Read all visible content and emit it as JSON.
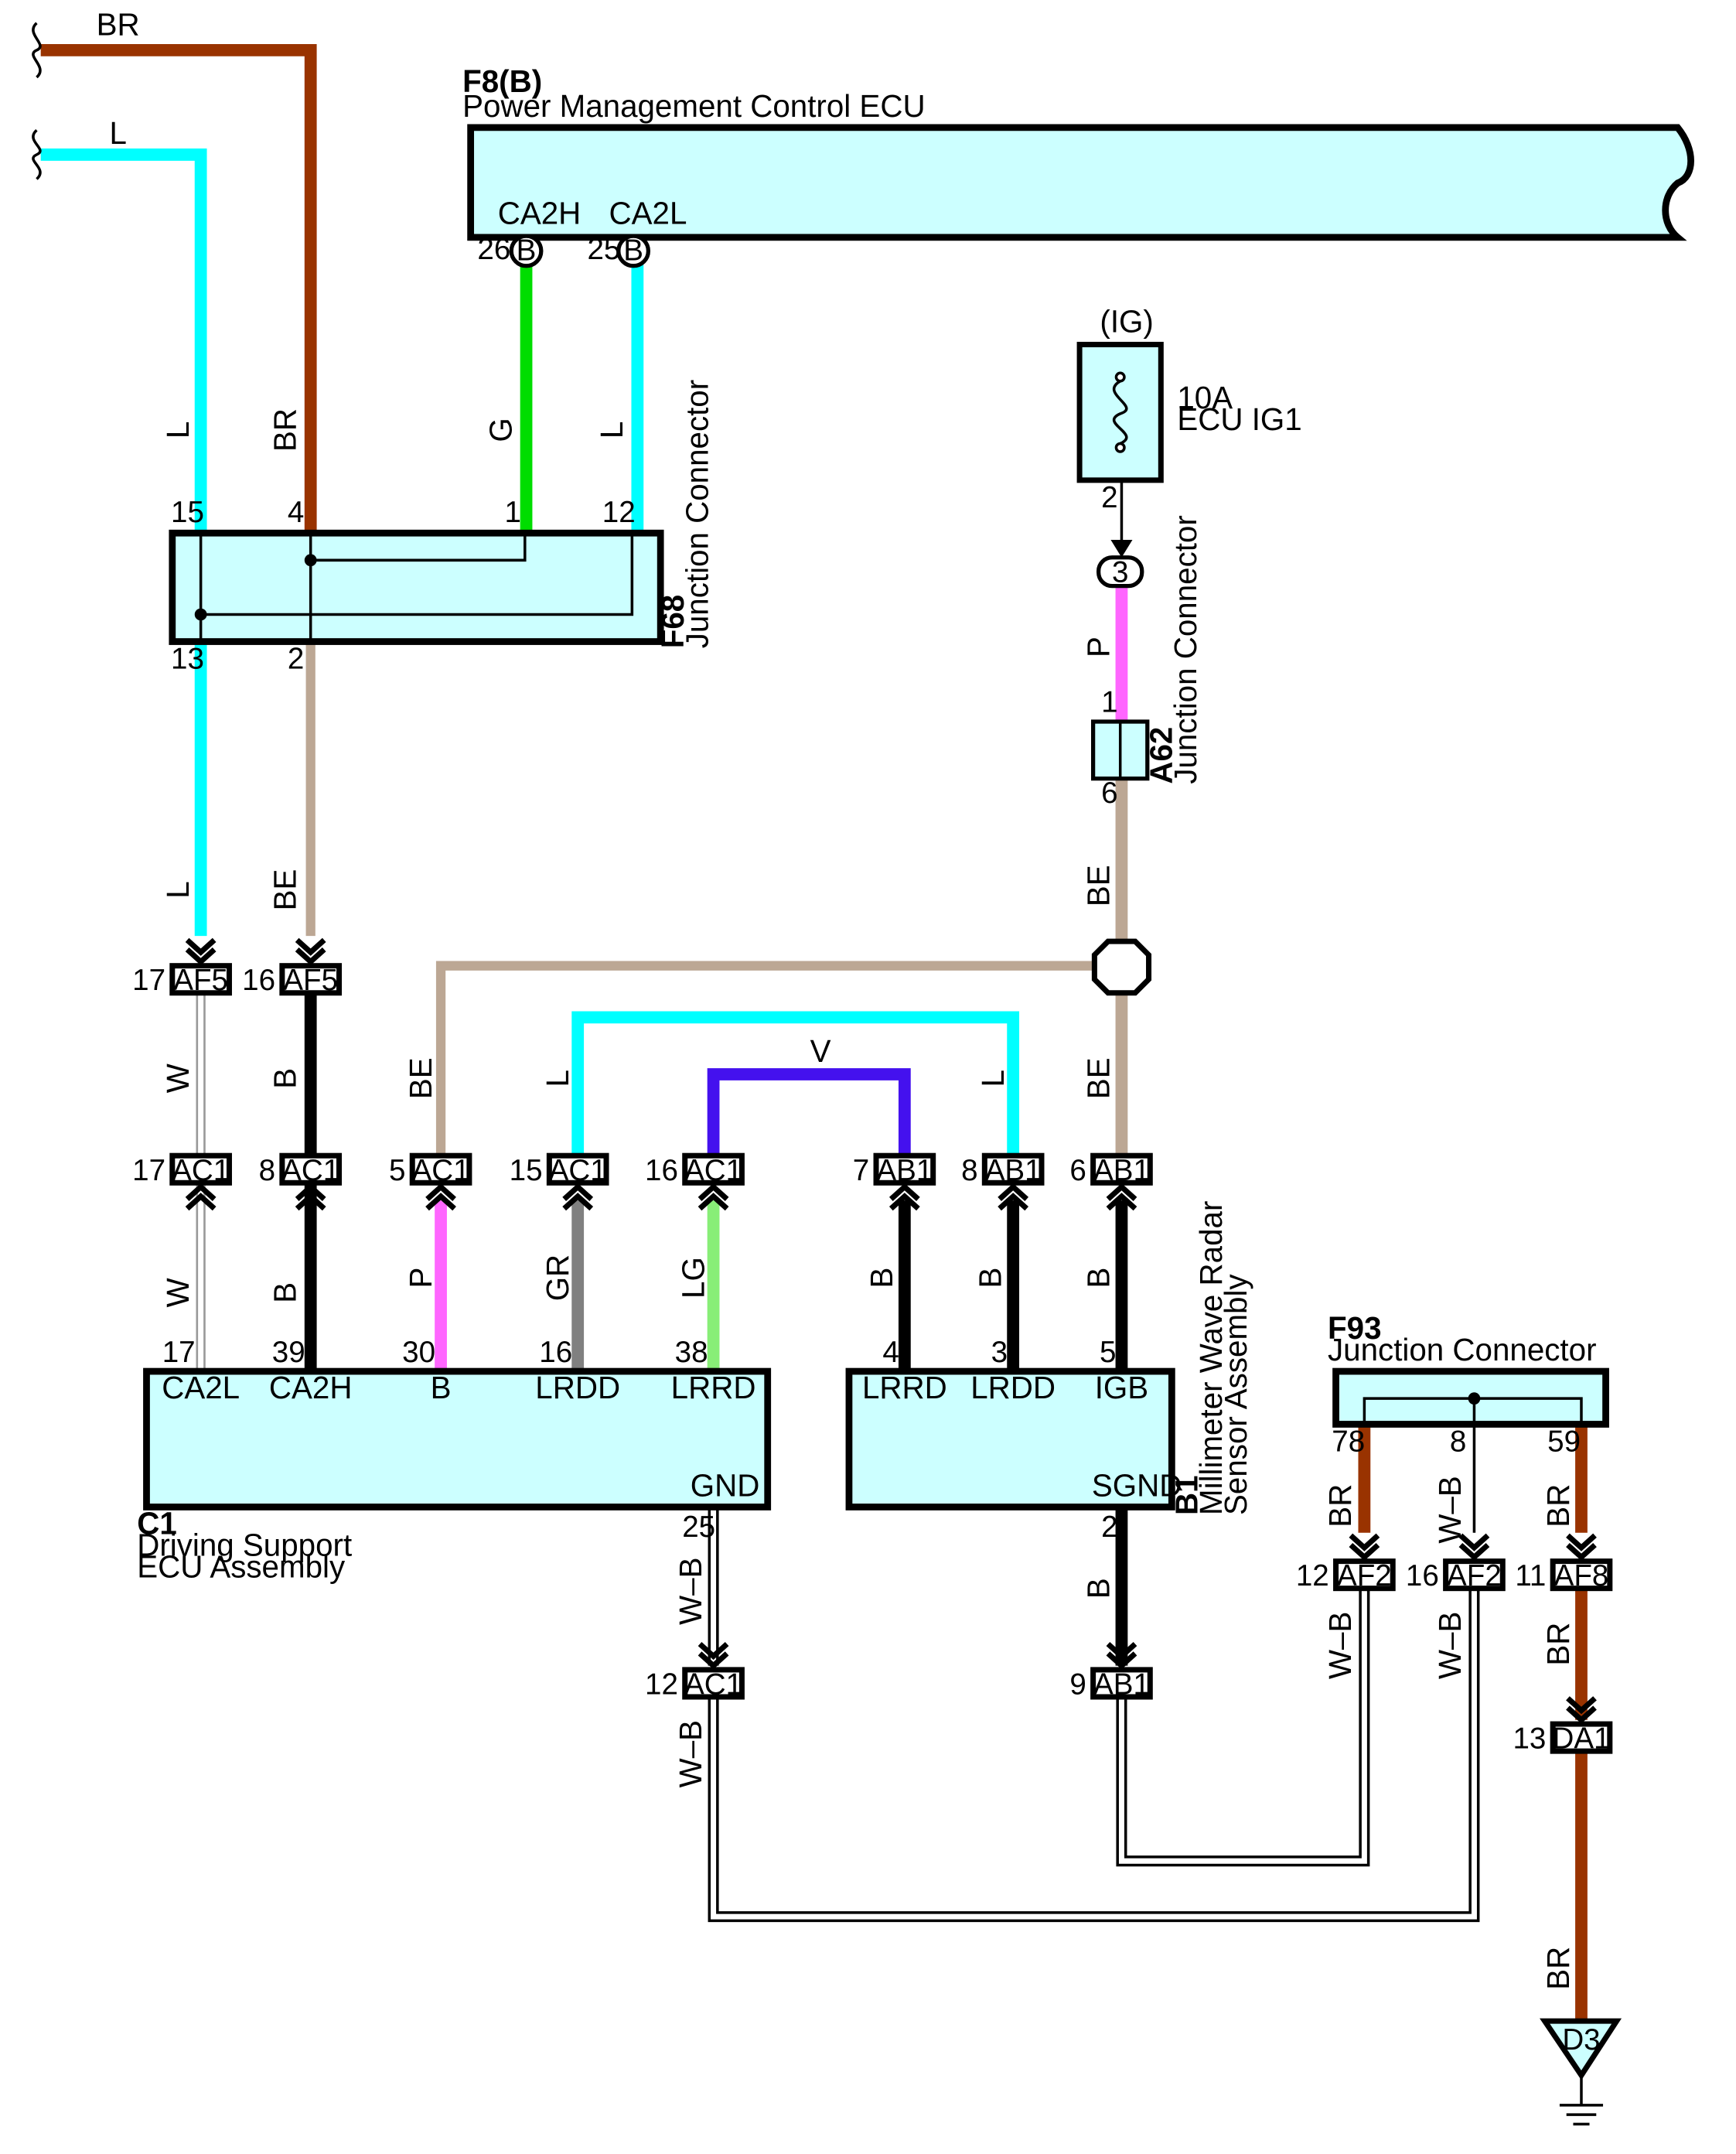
{
  "colors": {
    "BR": "#993300",
    "L": "#00ffff",
    "G": "#00dd00",
    "BE": "#bca794",
    "P": "#ff66ff",
    "B": "#000000",
    "GR": "#808080",
    "LG": "#88ee77",
    "V": "#4411ee",
    "box_fill": "#ccffff"
  },
  "wires": {
    "top_br": "BR",
    "top_l": "L",
    "br_left": "BR",
    "l_left": "L",
    "g_ecu": "G",
    "l_ecu": "L",
    "l_lower": "L",
    "be_lower": "BE",
    "w_af5_ac1": "W",
    "b_af5_ac1": "B",
    "be_ac1": "BE",
    "l_ac1": "L",
    "v_top": "V",
    "l_ab1": "L",
    "be_ab1": "BE",
    "w_ac1_c1": "W",
    "b_ac1_c1": "B",
    "p_c1": "P",
    "gr_c1": "GR",
    "lg_c1": "LG",
    "b_b1_7": "B",
    "b_b1_8": "B",
    "b_b1_6": "B",
    "p_fuse": "P",
    "be_a62": "BE",
    "wb_c1": "W–B",
    "wb_c1_2": "W–B",
    "b_b1_gnd": "B",
    "br_f93_78": "BR",
    "wb_f93_8": "W–B",
    "br_f93_59": "BR",
    "wb_af2_12": "W–B",
    "wb_af2_16": "W–B",
    "br_af8": "BR",
    "br_d3": "BR"
  },
  "components": {
    "f8": {
      "code": "F8(B)",
      "name": "Power Management Control ECU",
      "pin_ca2h_name": "CA2H",
      "pin_ca2l_name": "CA2L",
      "pin_ca2h_no": "26",
      "pin_ca2l_no": "25",
      "badge": "B"
    },
    "fuse": {
      "supply": "(IG)",
      "rating": "10A",
      "name": "ECU IG1",
      "pin": "2"
    },
    "f68": {
      "code": "F68",
      "name": "Junction Connector",
      "pin_15": "15",
      "pin_4": "4",
      "pin_1": "1",
      "pin_12": "12",
      "pin_13": "13",
      "pin_2": "2"
    },
    "a62": {
      "code": "A62",
      "name": "Junction Connector",
      "pin_1": "1",
      "pin_6": "6",
      "in_pin": "3"
    },
    "c1": {
      "code": "C1",
      "name_line1": "Driving Support",
      "name_line2": "ECU Assembly",
      "pins": [
        "17",
        "39",
        "30",
        "16",
        "38"
      ],
      "terminals": [
        "CA2L",
        "CA2H",
        "B",
        "LRDD",
        "LRRD"
      ],
      "gnd": "GND",
      "gnd_pin": "25"
    },
    "b1": {
      "code": "B1",
      "name_line1": "Millimeter Wave Radar",
      "name_line2": "Sensor Assembly",
      "pins": [
        "4",
        "3",
        "5"
      ],
      "terminals": [
        "LRRD",
        "LRDD",
        "IGB"
      ],
      "gnd": "SGND",
      "gnd_pin": "2"
    },
    "f93": {
      "code": "F93",
      "name": "Junction Connector",
      "pin_78": "78",
      "pin_8": "8",
      "pin_59": "59"
    },
    "ground": {
      "label": "D3"
    }
  },
  "connectors": {
    "af5_17": {
      "name": "AF5",
      "pin": "17"
    },
    "af5_16": {
      "name": "AF5",
      "pin": "16"
    },
    "ac1_17": {
      "name": "AC1",
      "pin": "17"
    },
    "ac1_8": {
      "name": "AC1",
      "pin": "8"
    },
    "ac1_5": {
      "name": "AC1",
      "pin": "5"
    },
    "ac1_15": {
      "name": "AC1",
      "pin": "15"
    },
    "ac1_16": {
      "name": "AC1",
      "pin": "16"
    },
    "ab1_7": {
      "name": "AB1",
      "pin": "7"
    },
    "ab1_8": {
      "name": "AB1",
      "pin": "8"
    },
    "ab1_6": {
      "name": "AB1",
      "pin": "6"
    },
    "ac1_12": {
      "name": "AC1",
      "pin": "12"
    },
    "ab1_9": {
      "name": "AB1",
      "pin": "9"
    },
    "af2_12": {
      "name": "AF2",
      "pin": "12"
    },
    "af2_16": {
      "name": "AF2",
      "pin": "16"
    },
    "af8_11": {
      "name": "AF8",
      "pin": "11"
    },
    "da1_13": {
      "name": "DA1",
      "pin": "13"
    }
  }
}
